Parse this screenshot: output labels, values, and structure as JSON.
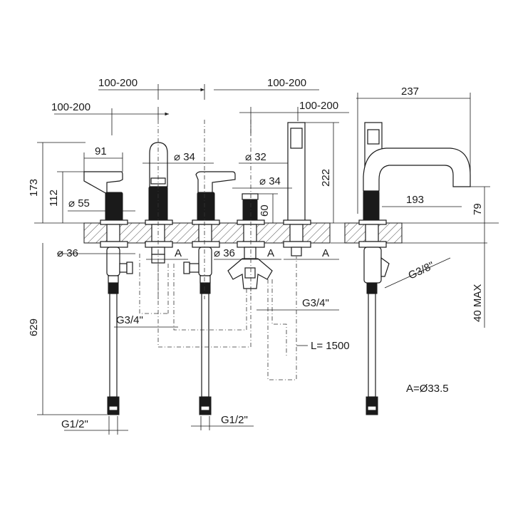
{
  "dimensions": {
    "top_left_spacing": "100-200",
    "top_right_spacing": "100-200",
    "second_left_spacing": "100-200",
    "second_right_spacing": "100-200",
    "spout_reach": "237",
    "handle_width": "91",
    "spout_dia": "⌀ 34",
    "hand_shower_dia": "⌀ 32",
    "diverter_dia": "⌀ 34",
    "base_dia": "⌀ 55",
    "total_height": "173",
    "handle_height": "112",
    "hand_shower_height": "222",
    "diverter_height": "60",
    "spout_projection": "193",
    "spout_height": "79",
    "shank_dia_left": "⌀ 36",
    "shank_dia_mid": "⌀ 36",
    "hole_a1": "A",
    "hole_a2": "A",
    "hole_a3": "A",
    "connection_left": "G3/4\"",
    "connection_right": "G3/4\"",
    "hose_length": "L= 1500",
    "hose_total": "629",
    "inlet_left": "G1/2\"",
    "inlet_mid": "G1/2\"",
    "spout_inlet": "G3/8\"",
    "deck_max": "40 MAX",
    "note_a": "A=Ø33.5"
  }
}
